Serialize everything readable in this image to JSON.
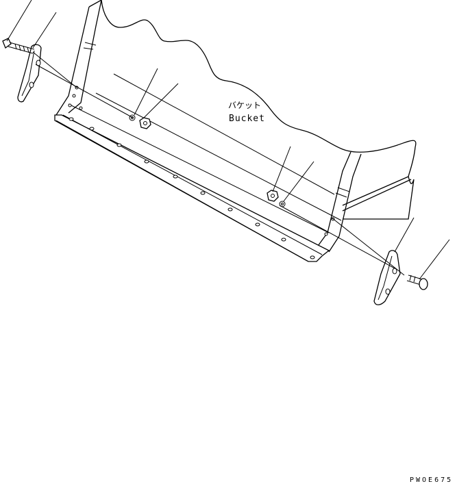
{
  "diagram": {
    "part_label_jp": "バケット",
    "part_label_en": "Bucket",
    "drawing_code": "PWOE675"
  }
}
